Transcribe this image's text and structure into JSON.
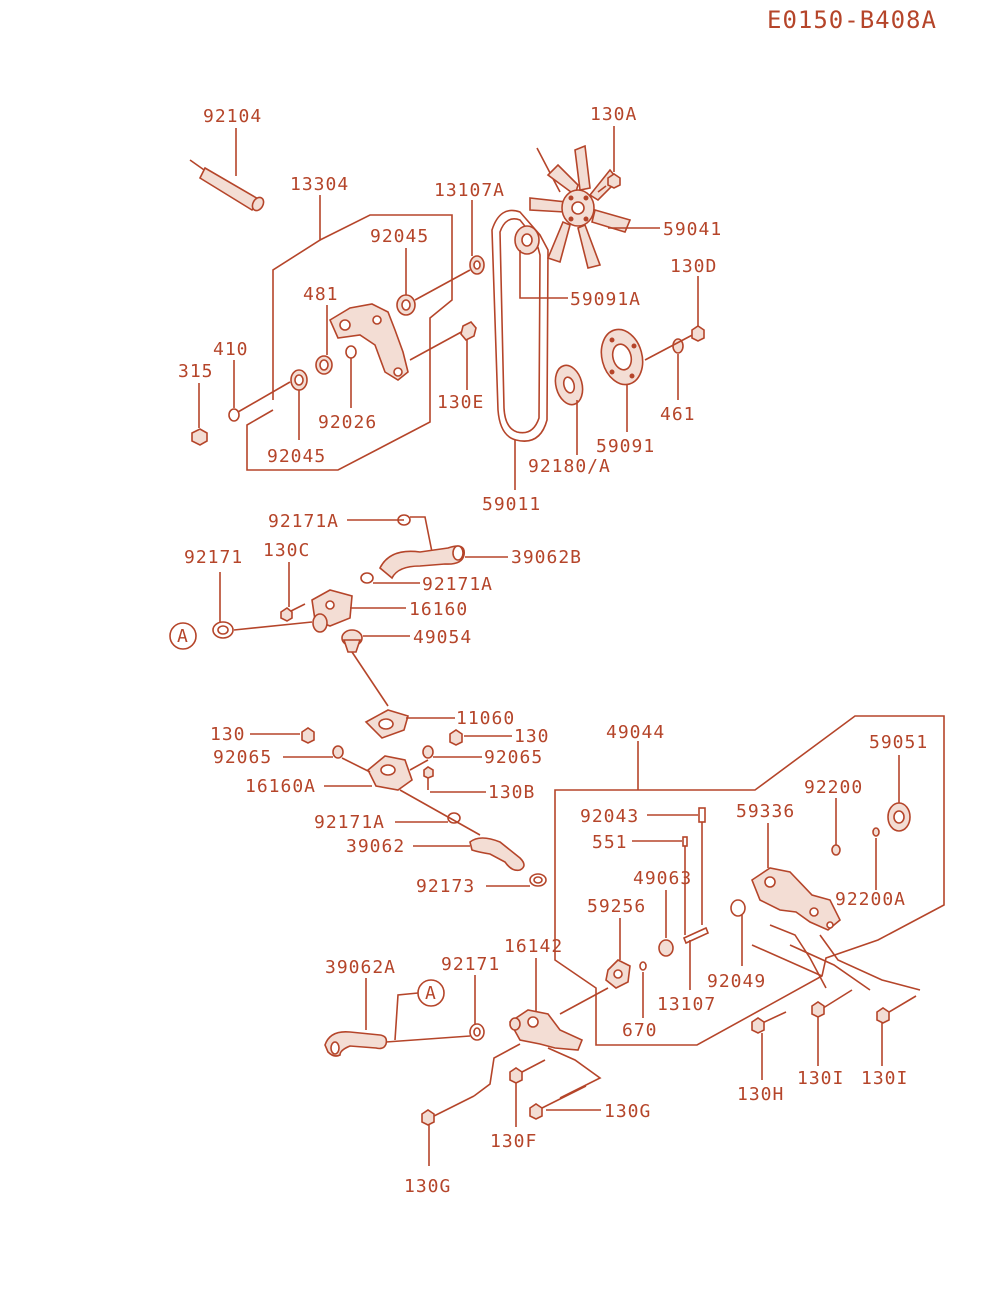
{
  "diagram": {
    "code": "E0150-B408A",
    "ref_marker": "A",
    "labels": {
      "p92104": "92104",
      "p13304": "13304",
      "p92045_top": "92045",
      "p481": "481",
      "p410": "410",
      "p315": "315",
      "p92026": "92026",
      "p92045_bottom": "92045",
      "p13107A": "13107A",
      "p130A": "130A",
      "p59041": "59041",
      "p59091A": "59091A",
      "p130E": "130E",
      "p130D": "130D",
      "p461": "461",
      "p59091": "59091",
      "p92180A": "92180/A",
      "p59011": "59011",
      "p92171A_a": "92171A",
      "p39062B": "39062B",
      "p92171": "92171",
      "p130C": "130C",
      "p92171A_b": "92171A",
      "p16160": "16160",
      "p49054": "49054",
      "p11060": "11060",
      "p130_left": "130",
      "p130_right": "130",
      "p92065_left": "92065",
      "p92065_right": "92065",
      "p16160A": "16160A",
      "p130B": "130B",
      "p92171A_c": "92171A",
      "p39062": "39062",
      "p92173": "92173",
      "p49044": "49044",
      "p59051": "59051",
      "p92200": "92200",
      "p59336": "59336",
      "p92043": "92043",
      "p551": "551",
      "p49063": "49063",
      "p92200A": "92200A",
      "p59256": "59256",
      "p16142": "16142",
      "p39062A": "39062A",
      "p92171_b": "92171",
      "p92049": "92049",
      "p13107": "13107",
      "p670": "670",
      "p130I_a": "130I",
      "p130I_b": "130I",
      "p130H": "130H",
      "p130G_right": "130G",
      "p130F": "130F",
      "p130G_bottom": "130G"
    }
  }
}
